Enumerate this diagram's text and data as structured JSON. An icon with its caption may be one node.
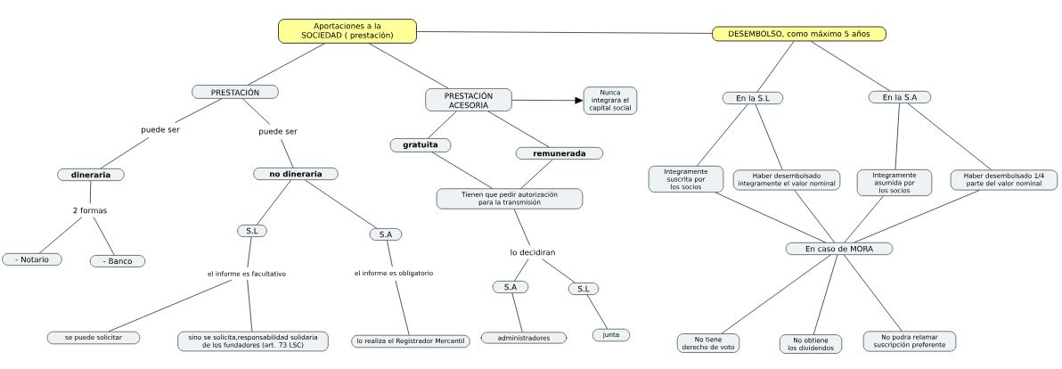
{
  "diagram": {
    "nodes": [
      {
        "text": [
          "Aportaciones a la SOCIEDAD ( prestación)"
        ]
      },
      {
        "text": [
          "DESEMBOLSO, como máximo 5 años"
        ]
      },
      {
        "text": [
          "PRESTACIÓN"
        ]
      },
      {
        "text": [
          "PRESTACIÓN ACESORIA"
        ]
      },
      {
        "text": [
          "Nunca integrara el capital social"
        ]
      },
      {
        "text": [
          "puede ser"
        ]
      },
      {
        "text": [
          "puede ser"
        ]
      },
      {
        "text": [
          "dineraria"
        ]
      },
      {
        "text": [
          "no dineraria"
        ]
      },
      {
        "text": [
          "gratuita"
        ]
      },
      {
        "text": [
          "remunerada"
        ]
      },
      {
        "text": [
          "Tienen que pedir autorización para la transmisión"
        ]
      },
      {
        "text": [
          "2 formas"
        ]
      },
      {
        "text": [
          "- Notario"
        ]
      },
      {
        "text": [
          "- Banco"
        ]
      },
      {
        "text": [
          "S.L"
        ]
      },
      {
        "text": [
          "S.A"
        ]
      },
      {
        "text": [
          "el informe es facultativo"
        ]
      },
      {
        "text": [
          "el informe es obligatorio"
        ]
      },
      {
        "text": [
          "se puede solicitar"
        ]
      },
      {
        "text": [
          "sino se solicita,responsabilidad solidaria de los fundadores (art. 73 LSC)"
        ]
      },
      {
        "text": [
          "lo realiza el Registrador Mercantil"
        ]
      },
      {
        "text": [
          "lo decidiran"
        ]
      },
      {
        "text": [
          "S.A"
        ]
      },
      {
        "text": [
          "S.L"
        ]
      },
      {
        "text": [
          "administradores"
        ]
      },
      {
        "text": [
          "junta"
        ]
      },
      {
        "text": [
          "En la S.L"
        ]
      },
      {
        "text": [
          "En la S.A"
        ]
      },
      {
        "text": [
          "Integramente suscrita por los socios"
        ]
      },
      {
        "text": [
          "Haber desembolsado integramente el valor nominal"
        ]
      },
      {
        "text": [
          "Integramente asumida por los socios"
        ]
      },
      {
        "text": [
          "Haber desembolsado 1/4 parte del valor nominal"
        ]
      },
      {
        "text": [
          "En caso de MORA"
        ]
      },
      {
        "text": [
          "No tiene derecho de voto"
        ]
      },
      {
        "text": [
          "No obtiene los dividendos"
        ]
      },
      {
        "text": [
          "No podra relamar suscripción preferente"
        ]
      }
    ],
    "edges": [
      {
        "from": 0,
        "to": 2,
        "arrow": "none"
      },
      {
        "from": 0,
        "to": 3,
        "arrow": "none"
      },
      {
        "from": 0,
        "to": 1,
        "arrow": "none"
      },
      {
        "from": 2,
        "to": 5,
        "arrow": "none"
      },
      {
        "from": 5,
        "to": 7,
        "arrow": "none"
      },
      {
        "from": 2,
        "to": 6,
        "arrow": "none"
      },
      {
        "from": 6,
        "to": 8,
        "arrow": "none"
      },
      {
        "from": 3,
        "to": 4,
        "arrow": "to"
      },
      {
        "from": 3,
        "to": 9,
        "arrow": "none"
      },
      {
        "from": 3,
        "to": 10,
        "arrow": "none"
      },
      {
        "from": 9,
        "to": 11,
        "arrow": "none"
      },
      {
        "from": 10,
        "to": 11,
        "arrow": "none"
      },
      {
        "from": 7,
        "to": 12,
        "arrow": "none"
      },
      {
        "from": 12,
        "to": 13,
        "arrow": "none"
      },
      {
        "from": 12,
        "to": 14,
        "arrow": "none"
      },
      {
        "from": 8,
        "to": 15,
        "arrow": "none"
      },
      {
        "from": 8,
        "to": 16,
        "arrow": "none"
      },
      {
        "from": 15,
        "to": 17,
        "arrow": "none"
      },
      {
        "from": 17,
        "to": 19,
        "arrow": "none"
      },
      {
        "from": 17,
        "to": 20,
        "arrow": "none"
      },
      {
        "from": 16,
        "to": 18,
        "arrow": "none"
      },
      {
        "from": 18,
        "to": 21,
        "arrow": "none"
      },
      {
        "from": 11,
        "to": 22,
        "arrow": "none"
      },
      {
        "from": 22,
        "to": 23,
        "arrow": "none"
      },
      {
        "from": 22,
        "to": 24,
        "arrow": "none"
      },
      {
        "from": 23,
        "to": 25,
        "arrow": "none"
      },
      {
        "from": 24,
        "to": 26,
        "arrow": "none"
      },
      {
        "from": 1,
        "to": 27,
        "arrow": "none"
      },
      {
        "from": 1,
        "to": 28,
        "arrow": "none"
      },
      {
        "from": 27,
        "to": 29,
        "arrow": "none"
      },
      {
        "from": 27,
        "to": 30,
        "arrow": "none"
      },
      {
        "from": 28,
        "to": 31,
        "arrow": "none"
      },
      {
        "from": 28,
        "to": 32,
        "arrow": "none"
      },
      {
        "from": 29,
        "to": 33,
        "arrow": "none"
      },
      {
        "from": 30,
        "to": 33,
        "arrow": "none"
      },
      {
        "from": 31,
        "to": 33,
        "arrow": "none"
      },
      {
        "from": 32,
        "to": 33,
        "arrow": "none"
      },
      {
        "from": 33,
        "to": 34,
        "arrow": "none"
      },
      {
        "from": 33,
        "to": 35,
        "arrow": "none"
      },
      {
        "from": 33,
        "to": 36,
        "arrow": "none"
      }
    ]
  }
}
